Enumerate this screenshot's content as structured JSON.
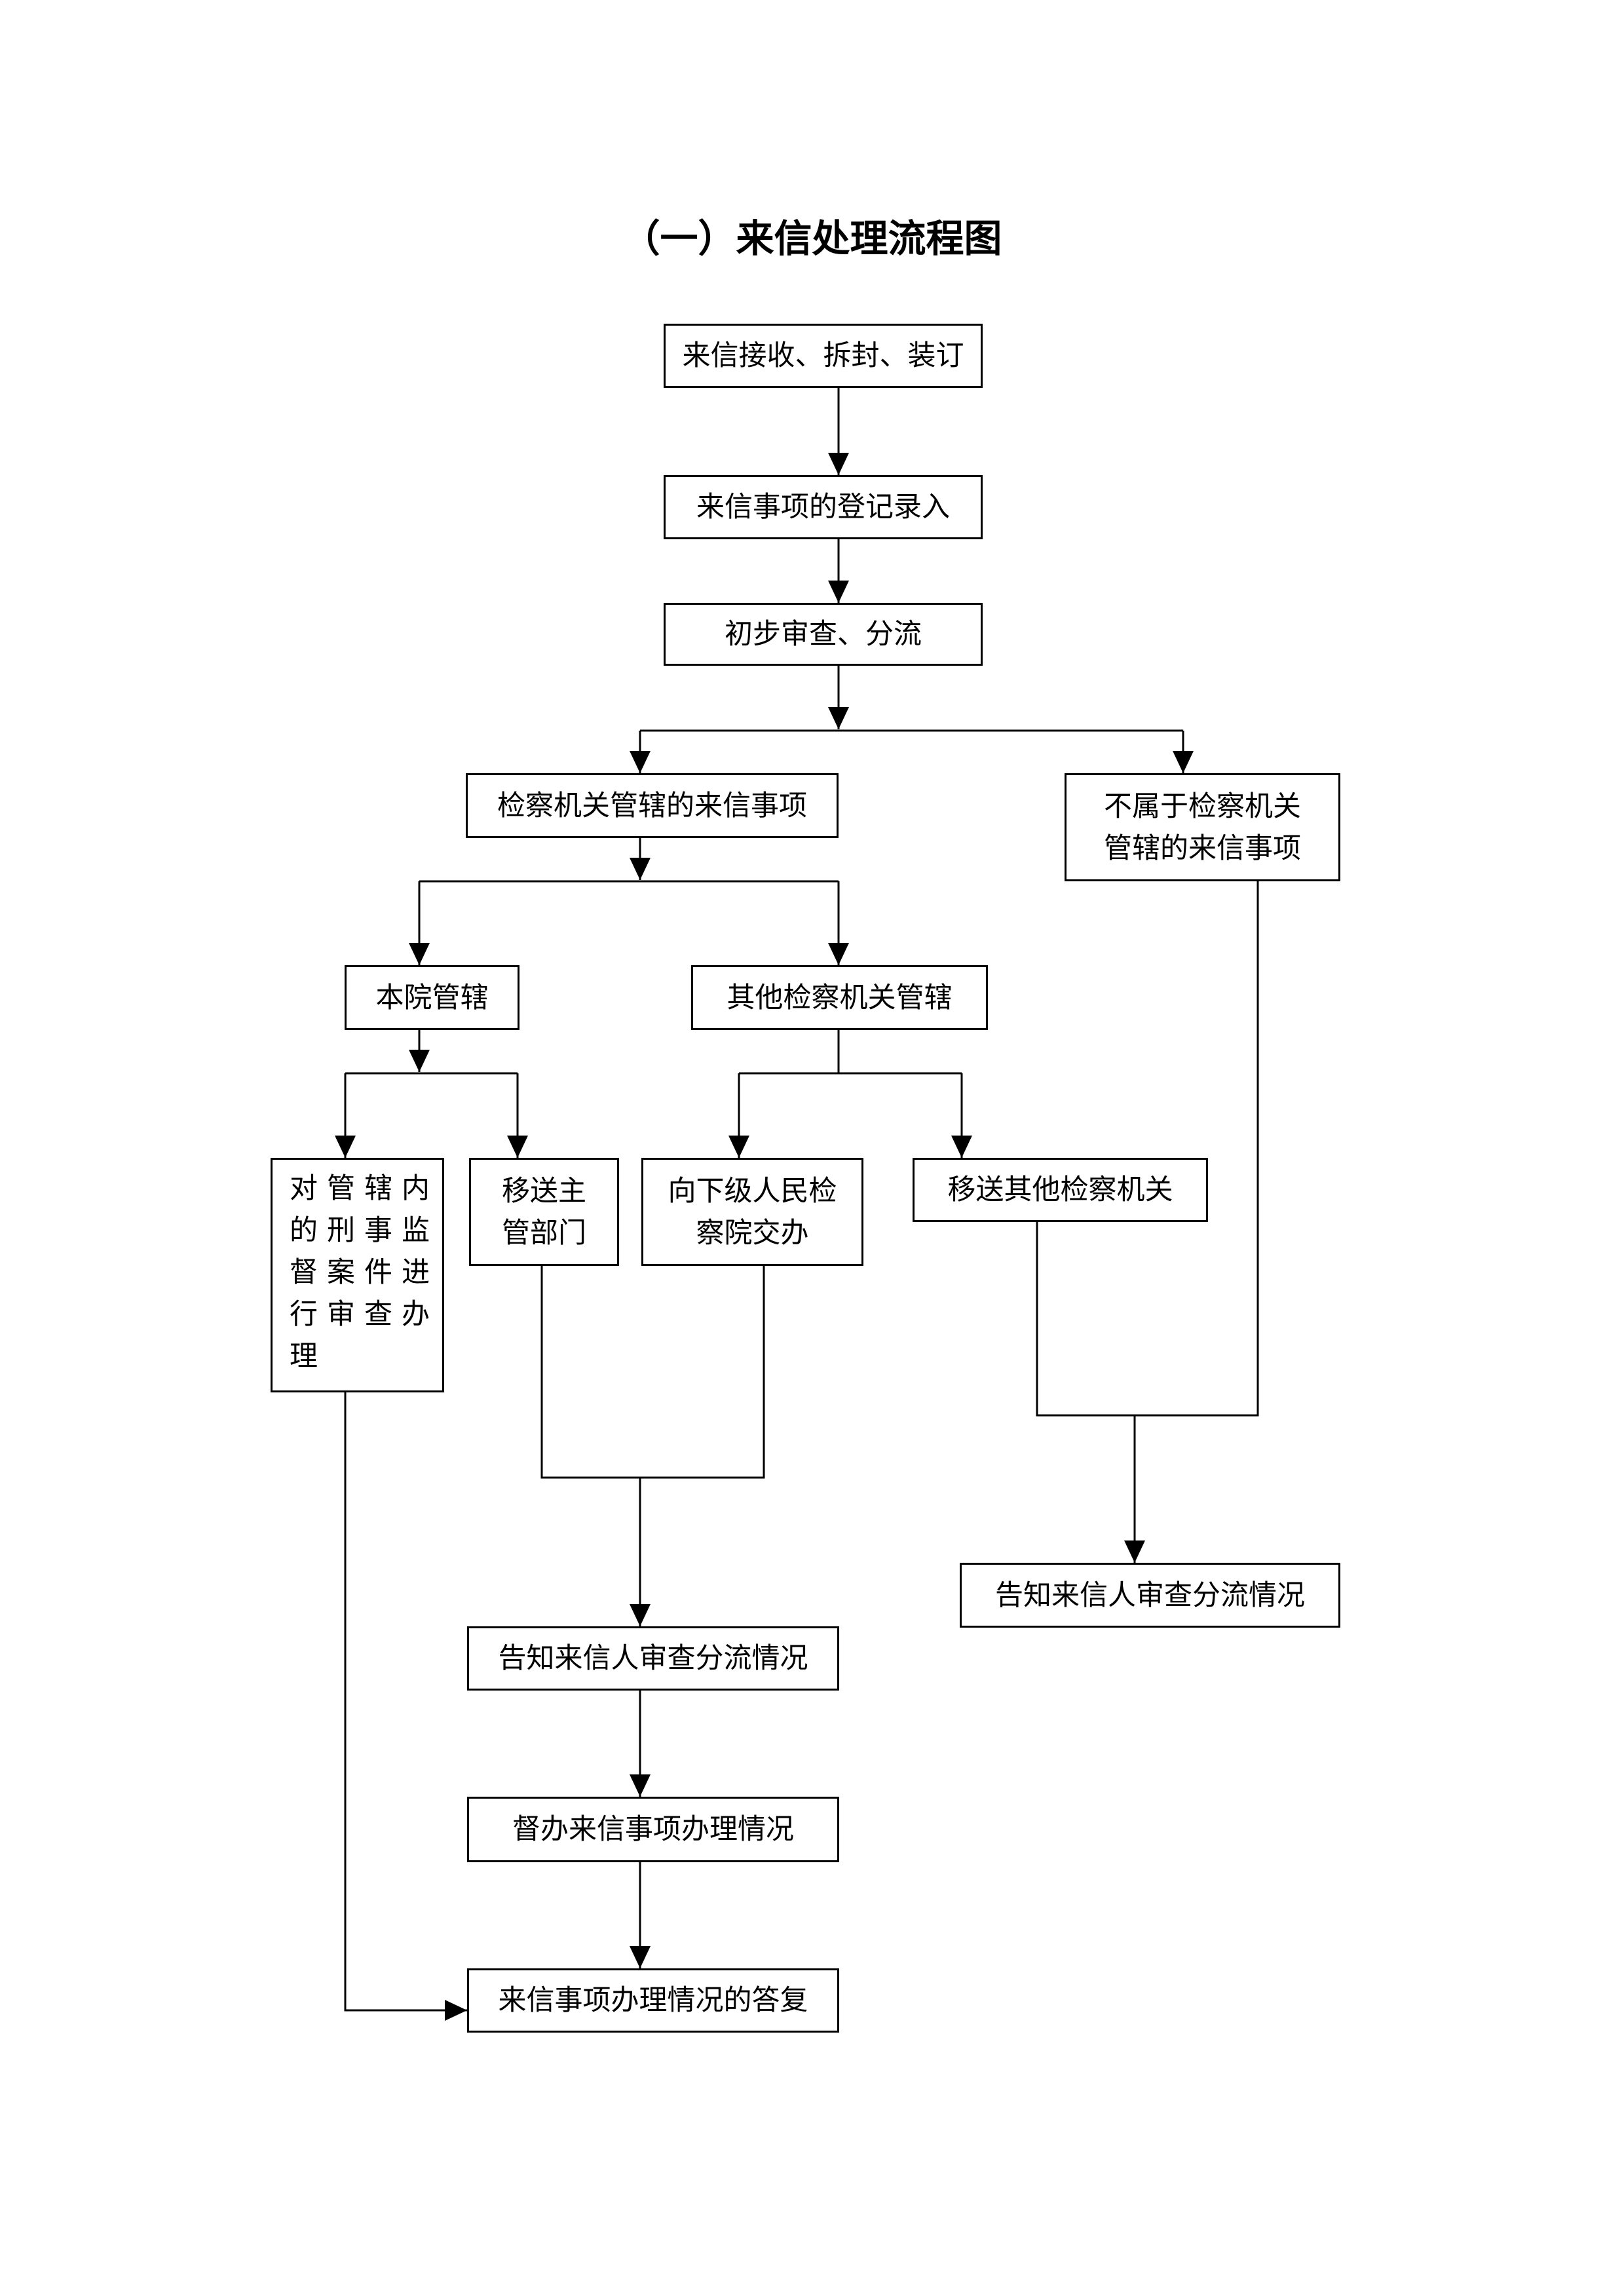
{
  "title": "（一）来信处理流程图",
  "nodes": {
    "receive": "来信接收、拆封、装订",
    "register": "来信事项的登记录入",
    "review": "初步审查、分流",
    "under_jurisdiction": "检察机关管辖的来信事项",
    "not_under_jurisdiction": [
      "不属于检察机关",
      "管辖的来信事项"
    ],
    "this_court": "本院管辖",
    "other_procuratorate": "其他检察机关管辖",
    "criminal_supervision": [
      "对管辖内",
      "的刑事监",
      "督案件进",
      "行审查办",
      "理"
    ],
    "transfer_competent": [
      "移送主",
      "管部门"
    ],
    "lower_court": [
      "向下级人民检",
      "察院交办"
    ],
    "transfer_other": "移送其他检察机关",
    "notify_left": "告知来信人审查分流情况",
    "notify_right": "告知来信人审查分流情况",
    "supervise": "督办来信事项办理情况",
    "reply": "来信事项办理情况的答复"
  }
}
